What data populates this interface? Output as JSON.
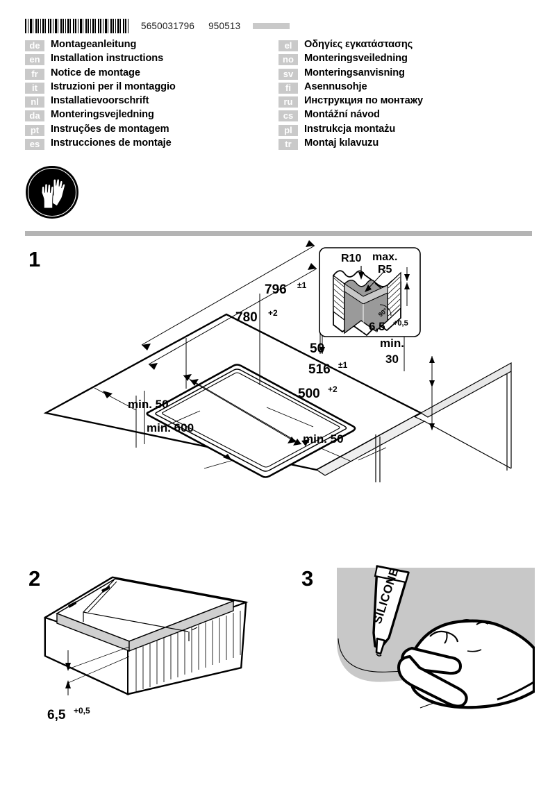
{
  "header": {
    "barcode_icon": "barcode",
    "number_primary": "5650031796",
    "number_secondary": "950513",
    "gray_bar_color": "#c9c9c9"
  },
  "languages": {
    "left_column": [
      {
        "code": "de",
        "title": "Montageanleitung"
      },
      {
        "code": "en",
        "title": "Installation instructions"
      },
      {
        "code": "fr",
        "title": "Notice de montage"
      },
      {
        "code": "it",
        "title": "Istruzioni per il montaggio"
      },
      {
        "code": "nl",
        "title": "Installatievoorschrift"
      },
      {
        "code": "da",
        "title": "Monteringsvejledning"
      },
      {
        "code": "pt",
        "title": "Instruções de montagem"
      },
      {
        "code": "es",
        "title": "Instrucciones de montaje"
      }
    ],
    "right_column": [
      {
        "code": "el",
        "title": "Οδηγίες εγκατάστασης"
      },
      {
        "code": "no",
        "title": "Monteringsveiledning"
      },
      {
        "code": "sv",
        "title": "Monteringsanvisning"
      },
      {
        "code": "fi",
        "title": "Asennusohje"
      },
      {
        "code": "ru",
        "title": "Инструкция по монтажу"
      },
      {
        "code": "cs",
        "title": "Montážní návod"
      },
      {
        "code": "pl",
        "title": "Instrukcja montażu"
      },
      {
        "code": "tr",
        "title": "Montaj kılavuzu"
      }
    ]
  },
  "safety_pictogram": {
    "icon": "protective-gloves-icon",
    "background_color": "#000000",
    "symbol_color": "#ffffff"
  },
  "steps": [
    {
      "number": "1",
      "name": "worktop-cutout-dimensions"
    },
    {
      "number": "2",
      "name": "worktop-thickness-detail"
    },
    {
      "number": "3",
      "name": "apply-silicone-sealant"
    }
  ],
  "figure1": {
    "dimensions": {
      "outer_width": "796",
      "outer_width_tolerance": "±1",
      "cutout_width": "780",
      "cutout_width_tolerance": "+2",
      "edge_offset": "50",
      "outer_depth": "516",
      "outer_depth_tolerance": "±1",
      "cutout_depth": "500",
      "cutout_depth_tolerance": "+2",
      "min_rear": "min. 50",
      "min_side": "min. 50",
      "min_cabinet_width": "min. 600",
      "min_clearance": "min.",
      "min_clearance_value": "30"
    },
    "inset": {
      "radius_outer": "R10",
      "radius_max_prefix": "max.",
      "radius_max": "R5",
      "angle": "90°",
      "depth": "6,5",
      "depth_tolerance": "+0,5"
    }
  },
  "figure2": {
    "thickness": "6,5",
    "thickness_tolerance": "+0,5"
  },
  "figure3": {
    "tube_label": "SILICONE",
    "panel_color": "#c8c8c8"
  }
}
